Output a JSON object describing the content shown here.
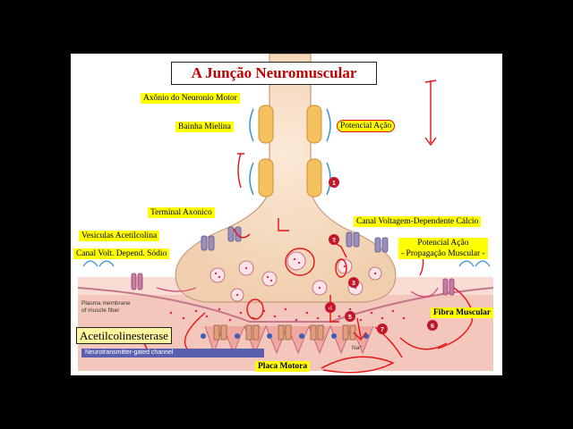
{
  "title": "A Junção Neuromuscular",
  "labels": {
    "axonio": "Axônio do Neuronio Motor",
    "bainha": "Bainha Mielina",
    "potencial_acao_axon": "Potencial Ação",
    "terminal": "Terminal Axonico",
    "vesiculas": "Vesiculas Acetilcolina",
    "canal_sodio": "Canal Volt. Depend. Sódio",
    "canal_calcio": "Canal Voltagem-Dependente  Cálcio",
    "potencial_muscular_1": "Potencial Ação",
    "potencial_muscular_2": "- Propagação Muscular -",
    "acetilcolinesterase": "Acetilcolinesterase",
    "fibra": "Fibra Muscular",
    "placa": "Placa Motora"
  },
  "textbook": {
    "plasma_membrane_1": "Plasma membrane",
    "plasma_membrane_2": "of muscle fiber",
    "gated_channel": "Neurotransmitter-gated channel",
    "na_ion": "Na⁺"
  },
  "steps": [
    "1",
    "2",
    "3",
    "4",
    "5",
    "6",
    "7"
  ],
  "colors": {
    "title_red": "#c00000",
    "label_yellow": "#ffff00",
    "axon_tan": "#f6dcc0",
    "myelin": "#f5c060",
    "step_circle": "#c0182a",
    "annotation_red": "#e81010",
    "muscle_pink": "#f2b8b0"
  }
}
